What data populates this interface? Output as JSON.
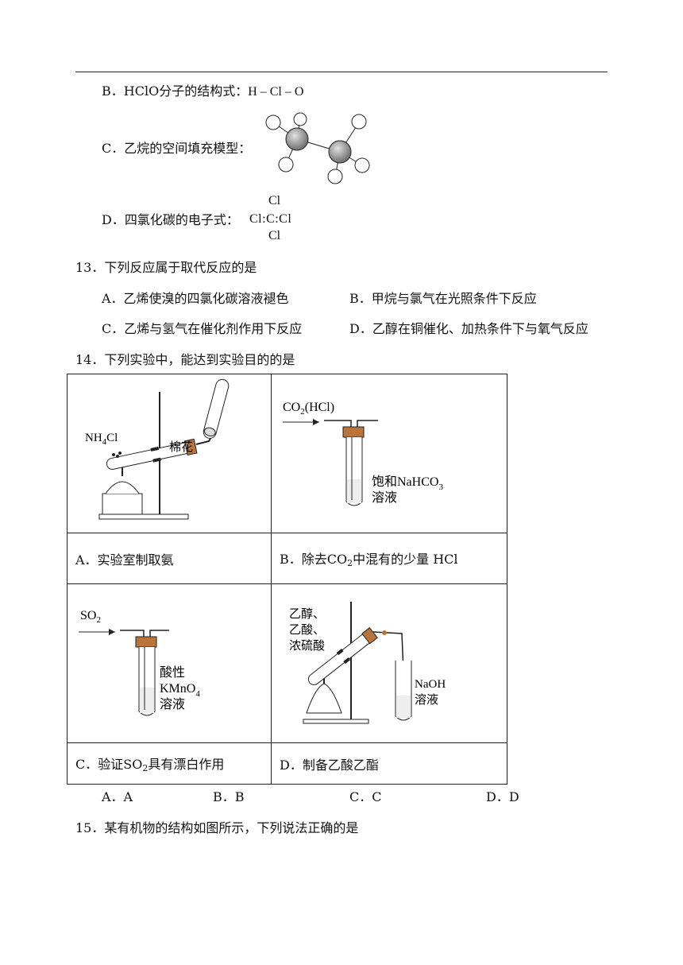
{
  "q12": {
    "optB_prefix": "B．HClO分子的结构式：",
    "optB_formula": "H – Cl – O",
    "optC_text": "C．乙烷的空间填充模型：",
    "optD_text": "D．四氯化碳的电子式：",
    "ccl4": {
      "cl_top": "Cl",
      "cl_bottom": "Cl",
      "center": "Cl:C:Cl"
    }
  },
  "q13": {
    "stem": "13．下列反应属于取代反应的是",
    "A": "A．乙烯使溴的四氯化碳溶液褪色",
    "B": "B．甲烷与氯气在光照条件下反应",
    "C": "C．乙烯与氢气在催化剂作用下反应",
    "D": "D．乙醇在铜催化、加热条件下与氧气反应"
  },
  "q14": {
    "stem": "14．下列实验中，能达到实验目的的是",
    "cells": {
      "A": {
        "caption": "A．实验室制取氨",
        "labels": {
          "reagent": "NH",
          "reagent_sub": "4",
          "reagent_end": "Cl",
          "cotton": "棉花"
        }
      },
      "B": {
        "caption_pre": "B．除去",
        "caption_co2": "CO",
        "caption_sub": "2",
        "caption_post": "中混有的少量 HCl",
        "labels": {
          "gas": "CO",
          "gas_sub": "2",
          "gas_end": "(HCl)",
          "sol1": "饱和NaHCO",
          "sol1_sub": "3",
          "sol2": "溶液"
        }
      },
      "C": {
        "caption_pre": "C．验证",
        "caption_so2": "SO",
        "caption_sub": "2",
        "caption_post": "具有漂白作用",
        "labels": {
          "gas": "SO",
          "gas_sub": "2",
          "l1": "酸性",
          "l2": "KMnO",
          "l2_sub": "4",
          "l3": "溶液"
        }
      },
      "D": {
        "caption": "D．制备乙酸乙酯",
        "labels": {
          "r1": "乙醇、",
          "r2": "乙酸、",
          "r3": "浓硫酸",
          "n1": "NaOH",
          "n2": "溶液"
        }
      }
    },
    "answers": [
      "A．A",
      "B．B",
      "C．C",
      "D．D"
    ]
  },
  "q15": {
    "stem": "15．某有机物的结构如图所示，下列说法正确的是"
  },
  "colors": {
    "rubber": "#b8743a",
    "ball_grey": "#999999"
  }
}
